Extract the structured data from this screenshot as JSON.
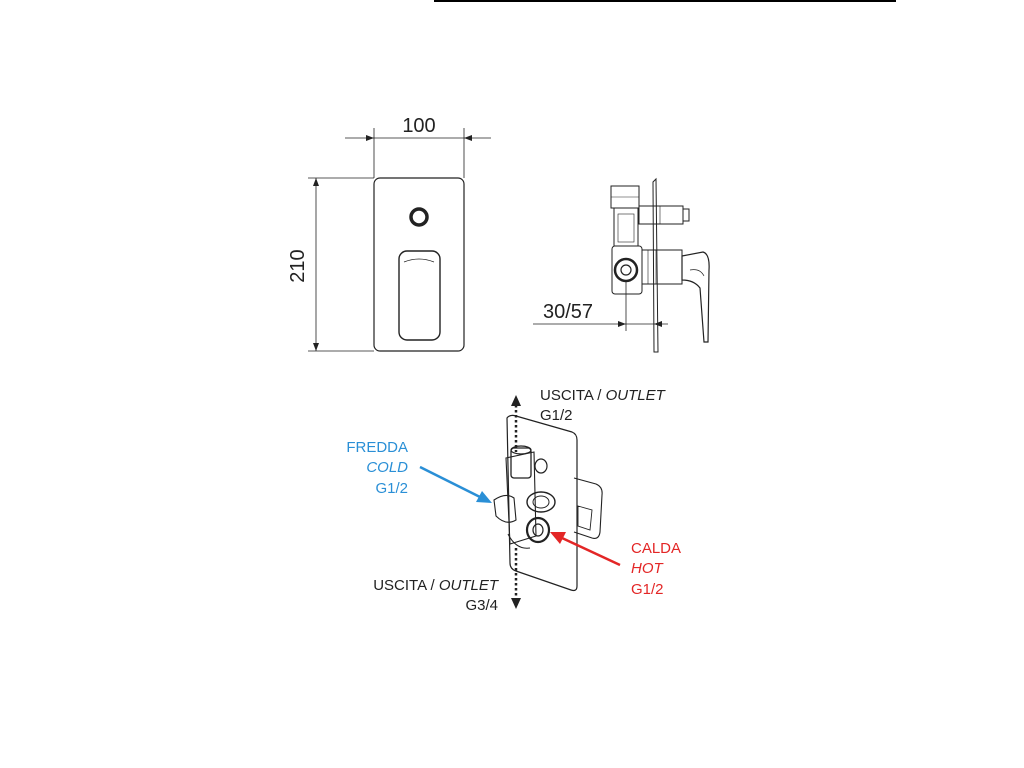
{
  "dimensions": {
    "width": "100",
    "height": "210",
    "depth": "30/57"
  },
  "labels": {
    "outlet_top": {
      "name": "USCITA",
      "sep": " / ",
      "en": "OUTLET",
      "size": "G1/2"
    },
    "cold": {
      "it": "FREDDA",
      "en": "COLD",
      "size": "G1/2"
    },
    "hot": {
      "it": "CALDA",
      "en": "HOT",
      "size": "G1/2"
    },
    "outlet_bottom": {
      "name": "USCITA",
      "sep": " / ",
      "en": "OUTLET",
      "size": "G3/4"
    }
  },
  "colors": {
    "cold": "#2a8fd6",
    "hot": "#e32626",
    "ink": "#222222"
  }
}
